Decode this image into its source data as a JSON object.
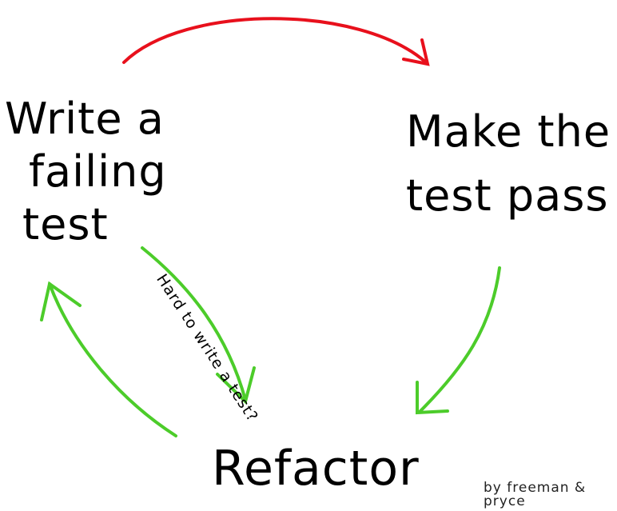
{
  "steps": {
    "write_test": [
      "Write a",
      "failing",
      "test"
    ],
    "make_pass": [
      "Make the",
      "test pass"
    ],
    "refactor": "Refactor"
  },
  "annotation": "Hard to write a test?",
  "credit": "by freeman & pryce",
  "colors": {
    "red_arrow": "#e8101c",
    "green_arrow": "#4ccc2a",
    "text": "#000000"
  }
}
